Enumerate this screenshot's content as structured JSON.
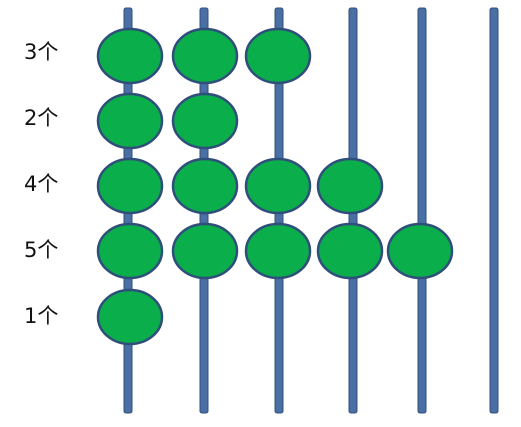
{
  "colors": {
    "rod_fill": "#4a6fa5",
    "rod_stroke": "#2f4f7a",
    "bead_fill": "#0aae4b",
    "bead_stroke": "#2f4f7a"
  },
  "rows": [
    {
      "label": "3个",
      "count": 3
    },
    {
      "label": "2个",
      "count": 2
    },
    {
      "label": "4个",
      "count": 4
    },
    {
      "label": "5个",
      "count": 5
    },
    {
      "label": "1个",
      "count": 1
    }
  ],
  "rod_count": 6
}
